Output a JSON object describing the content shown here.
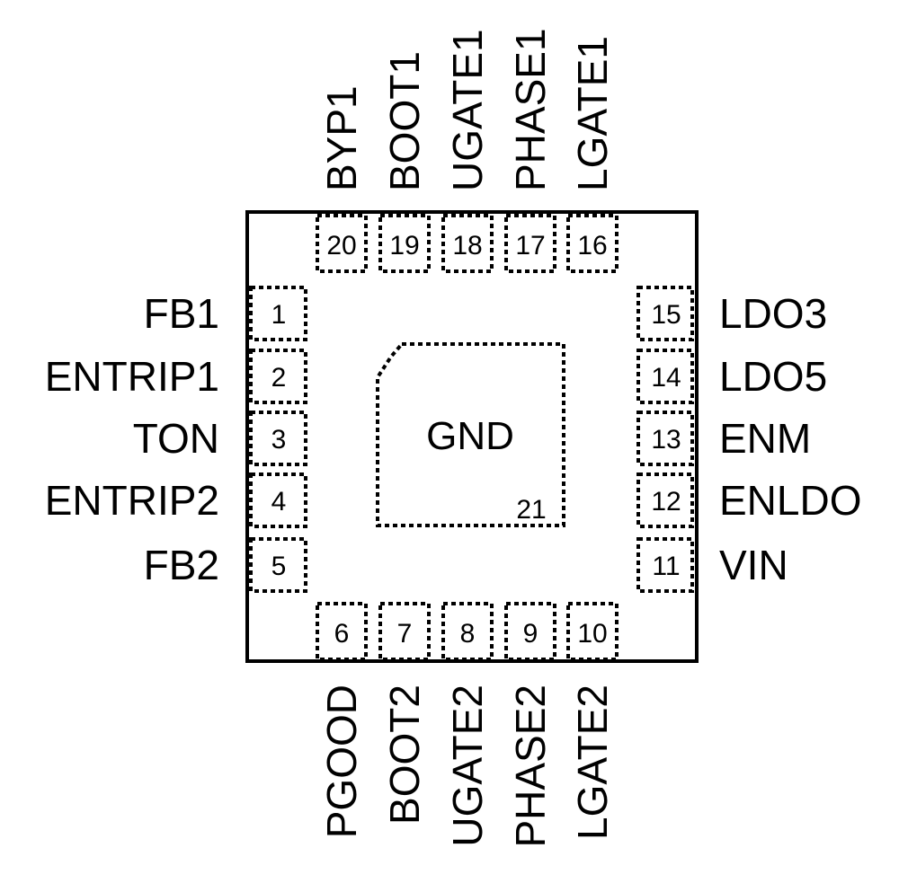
{
  "package": {
    "exposed_pad": {
      "label": "GND",
      "number": "21"
    },
    "pins_left": [
      {
        "number": "1",
        "name": "FB1"
      },
      {
        "number": "2",
        "name": "ENTRIP1"
      },
      {
        "number": "3",
        "name": "TON"
      },
      {
        "number": "4",
        "name": "ENTRIP2"
      },
      {
        "number": "5",
        "name": "FB2"
      }
    ],
    "pins_bottom": [
      {
        "number": "6",
        "name": "PGOOD"
      },
      {
        "number": "7",
        "name": "BOOT2"
      },
      {
        "number": "8",
        "name": "UGATE2"
      },
      {
        "number": "9",
        "name": "PHASE2"
      },
      {
        "number": "10",
        "name": "LGATE2"
      }
    ],
    "pins_right": [
      {
        "number": "11",
        "name": "VIN"
      },
      {
        "number": "12",
        "name": "ENLDO"
      },
      {
        "number": "13",
        "name": "ENM"
      },
      {
        "number": "14",
        "name": "LDO5"
      },
      {
        "number": "15",
        "name": "LDO3"
      }
    ],
    "pins_top": [
      {
        "number": "16",
        "name": "LGATE1"
      },
      {
        "number": "17",
        "name": "PHASE1"
      },
      {
        "number": "18",
        "name": "UGATE1"
      },
      {
        "number": "19",
        "name": "BOOT1"
      },
      {
        "number": "20",
        "name": "BYP1"
      }
    ]
  }
}
